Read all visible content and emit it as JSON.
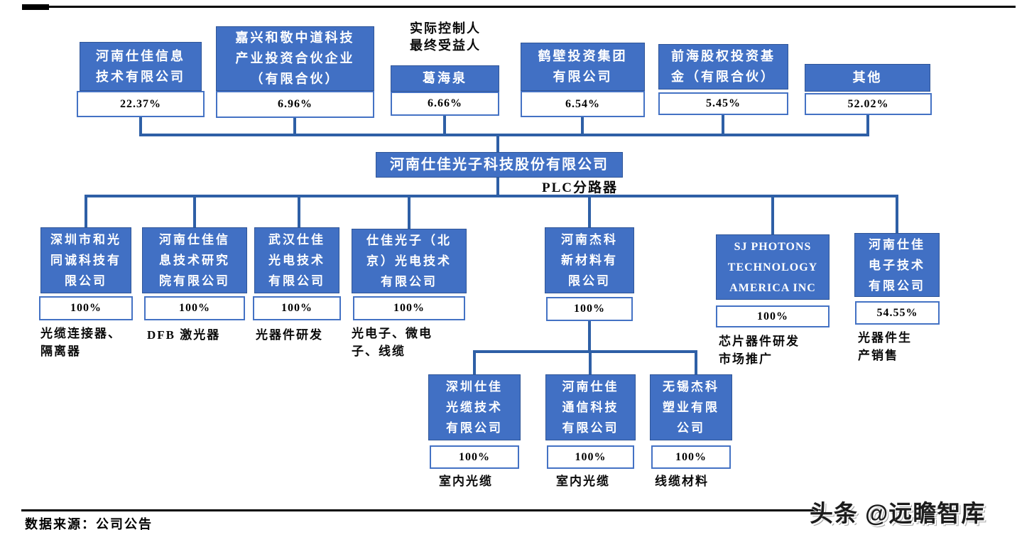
{
  "diagram": {
    "controller_label": "实际控制人\n最终受益人",
    "shareholders": [
      {
        "name": "河南仕佳信息\n技术有限公司",
        "pct": "22.37%"
      },
      {
        "name": "嘉兴和敬中道科技\n产业投资合伙企业\n（有限合伙）",
        "pct": "6.96%"
      },
      {
        "name": "葛海泉",
        "pct": "6.66%"
      },
      {
        "name": "鹤壁投资集团\n有限公司",
        "pct": "6.54%"
      },
      {
        "name": "前海股权投资基\n金（有限合伙）",
        "pct": "5.45%"
      },
      {
        "name": "其他",
        "pct": "52.02%"
      }
    ],
    "parent": {
      "name": "河南仕佳光子科技股份有限公司",
      "product_tag": "PLC分路器"
    },
    "subsidiaries": [
      {
        "name": "深圳市和光\n同诚科技有\n限公司",
        "pct": "100%",
        "desc": "光缆连接器、\n隔离器"
      },
      {
        "name": "河南仕佳信\n息技术研究\n院有限公司",
        "pct": "100%",
        "desc": "DFB 激光器"
      },
      {
        "name": "武汉仕佳\n光电技术\n有限公司",
        "pct": "100%",
        "desc": "光器件研发"
      },
      {
        "name": "仕佳光子（北\n京）光电技术\n有限公司",
        "pct": "100%",
        "desc": "光电子、微电\n子、线缆"
      },
      {
        "name": "河南杰科\n新材料有\n限公司",
        "pct": "100%",
        "desc": ""
      },
      {
        "name": "SJ PHOTONS\nTECHNOLOGY\nAMERICA INC",
        "pct": "100%",
        "desc": "芯片器件研发\n市场推广"
      },
      {
        "name": "河南仕佳\n电子技术\n有限公司",
        "pct": "54.55%",
        "desc": "光器件生\n产销售"
      }
    ],
    "grandchildren": [
      {
        "name": "深圳仕佳\n光缆技术\n有限公司",
        "pct": "100%",
        "desc": "室内光缆"
      },
      {
        "name": "河南仕佳\n通信科技\n有限公司",
        "pct": "100%",
        "desc": "室内光缆"
      },
      {
        "name": "无锡杰科\n塑业有限\n公司",
        "pct": "100%",
        "desc": "线缆材料"
      }
    ],
    "footer": {
      "source": "数据来源：公司公告"
    },
    "watermark": "头条 @远瞻智库",
    "colors": {
      "box_fill": "#4170c4",
      "box_border": "#2f5597",
      "pct_border": "#4472c4",
      "line": "#2e5fa6"
    }
  }
}
